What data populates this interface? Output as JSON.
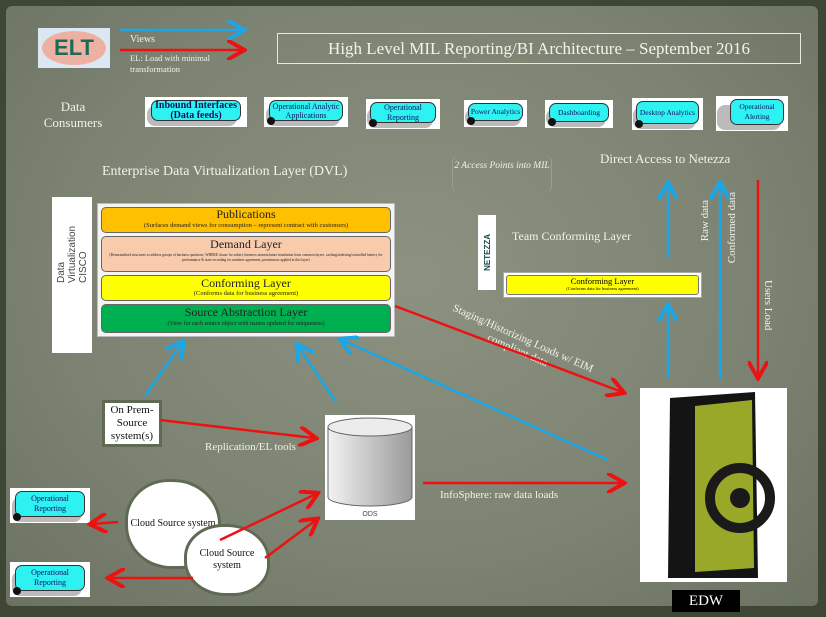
{
  "title": "High Level MIL Reporting/BI Architecture – September 2016",
  "logo": {
    "text": "ELT"
  },
  "legend": {
    "views_label": "Views",
    "el_label": "EL: Load with minimal transformation",
    "views_color": "#1aa7e8",
    "el_color": "#ee1111"
  },
  "consumers": {
    "label": "Data Consumers",
    "items": [
      "Inbound Interfaces (Data feeds)",
      "Operational Analytic Applications",
      "Operational Reporting",
      "Power Analytics",
      "Dashboarding",
      "Desktop Analytics",
      "Operational Alerting"
    ]
  },
  "dvl": {
    "heading": "Enterprise Data Virtualization Layer (DVL)",
    "vendor_logo": "Data Virtualization CISCO",
    "layers": [
      {
        "title": "Publications",
        "desc": "(Surfaces demand views for consumption – represent contract with customers)",
        "color": "#ffc000"
      },
      {
        "title": "Demand Layer",
        "desc": "(Denormalized structures to address groups of business questions, WHERE clause for subset, business nomenclature translation from common layers, caching/indexing/controlled latency for performance & state recording for numbers agreement, permissions applied at this layer)",
        "color": "#f8cbad"
      },
      {
        "title": "Conforming Layer",
        "desc": "(Conforms data for business agreement)",
        "color": "#ffff00"
      },
      {
        "title": "Source Abstraction Layer",
        "desc": "(View for each source object with names updated for uniqueness)",
        "color": "#00b050"
      }
    ]
  },
  "access_points": "2 Access Points into MIL",
  "direct_access": "Direct Access to Netezza",
  "netezza": {
    "logo": "NETEZZA",
    "team_label": "Team Conforming Layer",
    "conforming_title": "Conforming Layer",
    "conforming_desc": "(Conforms data for business agreement)"
  },
  "flows": {
    "raw_data": "Raw data",
    "conformed_data": "Conformed data",
    "users_load": "Users Load",
    "staging": "Staging/Historizing Loads w/ EIM compliant data",
    "replication": "Replication/EL tools",
    "infosphere": "InfoSphere: raw data loads"
  },
  "sources": {
    "on_prem": "On Prem-Source system(s)",
    "cloud1": "Cloud Source system",
    "cloud2": "Cloud Source system",
    "ods": "ODS",
    "reporting1": "Operational Reporting",
    "reporting2": "Operational Reporting"
  },
  "edw": {
    "label": "EDW"
  }
}
